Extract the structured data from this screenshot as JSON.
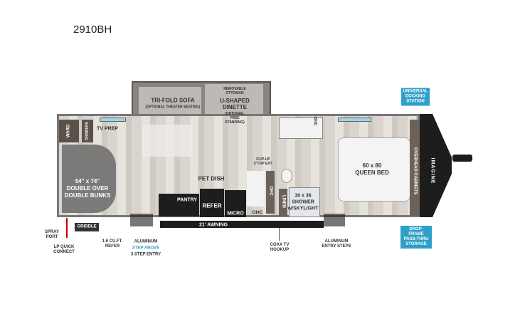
{
  "title": "2910BH",
  "labels": {
    "sofa": "TRI-FOLD SOFA",
    "sofa_note": "(OPTIONAL THEATER SEATING)",
    "ottoman": "REMOVABLE OTTOMAN",
    "dinette": "U-SHAPED DINETTE",
    "dinette_note": "(OPTIONAL FREE STANDING)",
    "tv_prep": "TV PREP",
    "ward": "WARD",
    "drawers": "DRAWERS",
    "bunks": "54\" x 74\" DOUBLE OVER DOUBLE BUNKS",
    "pet_dish": "PET DISH",
    "pantry": "PANTRY",
    "refer": "REFER",
    "micro": "MICRO",
    "ohc": "OHC",
    "flip_up": "FLIP-UP C'TOP EXT.",
    "linen": "LINEN",
    "shower": "30 x 36 SHOWER w/SKYLIGHT",
    "queen": "60 x 80 QUEEN BED",
    "overhead": "OVERHEAD CABINETS",
    "brand": "IMAGINE",
    "griddle": "GRIDDLE",
    "spray_port": "SPRAY PORT",
    "lp": "LP QUICK CONNECT",
    "mini_refer": "1.6 CU.FT. REFER",
    "alum_step_1": "ALUMINUM",
    "alum_step_2": "STEP ABOVE",
    "alum_step_3": "3 STEP ENTRY",
    "awning": "21' AWNING",
    "coax": "COAX TV HOOKUP",
    "entry_steps": "ALUMINUM ENTRY STEPS",
    "docking": "UNIVERSAL DOCKING STATION",
    "drop_frame": "DROP-FRAME PASS-THRU STORAGE"
  },
  "colors": {
    "accent": "#2e9fc9",
    "floor": "#ddd8d2",
    "cap": "#1d1d1d"
  }
}
